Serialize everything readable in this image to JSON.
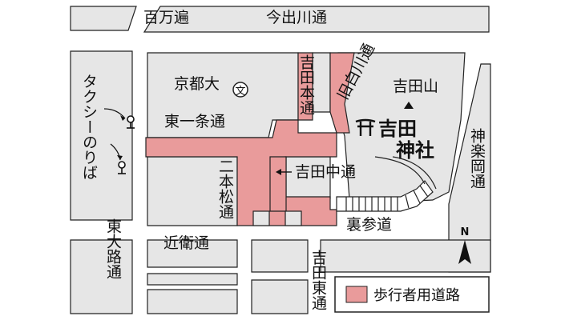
{
  "colors": {
    "background": "#ffffff",
    "block": "#e6e6e6",
    "road": "#ffffff",
    "pedestrian_road": "#e99b9b",
    "outline": "#222222",
    "text": "#111111"
  },
  "streets": {
    "hyakumanben": "百万遍",
    "imadegawa": "今出川通",
    "yoshida_hondori": "吉田本通",
    "kyu_shirakawa": "旧白川通",
    "higashi_ichijo": "東一条通",
    "nihonmatsu": "二本松通",
    "yoshida_naka": "吉田中通",
    "urasando": "裏参道",
    "kagurazaka": "神楽岡通",
    "higashioji": "東大路通",
    "konoe": "近衛通",
    "yoshida_higashi": "吉田東通"
  },
  "places": {
    "kyoto_univ": "京都大",
    "univ_symbol": "文",
    "yoshida_yama": "吉田山",
    "shrine_line1": "吉田",
    "shrine_line2": "神社",
    "torii_icon": "torii-gate-icon",
    "taxi": "タクシーのりば"
  },
  "compass": {
    "label": "N"
  },
  "legend": {
    "label": "歩行者用道路"
  }
}
